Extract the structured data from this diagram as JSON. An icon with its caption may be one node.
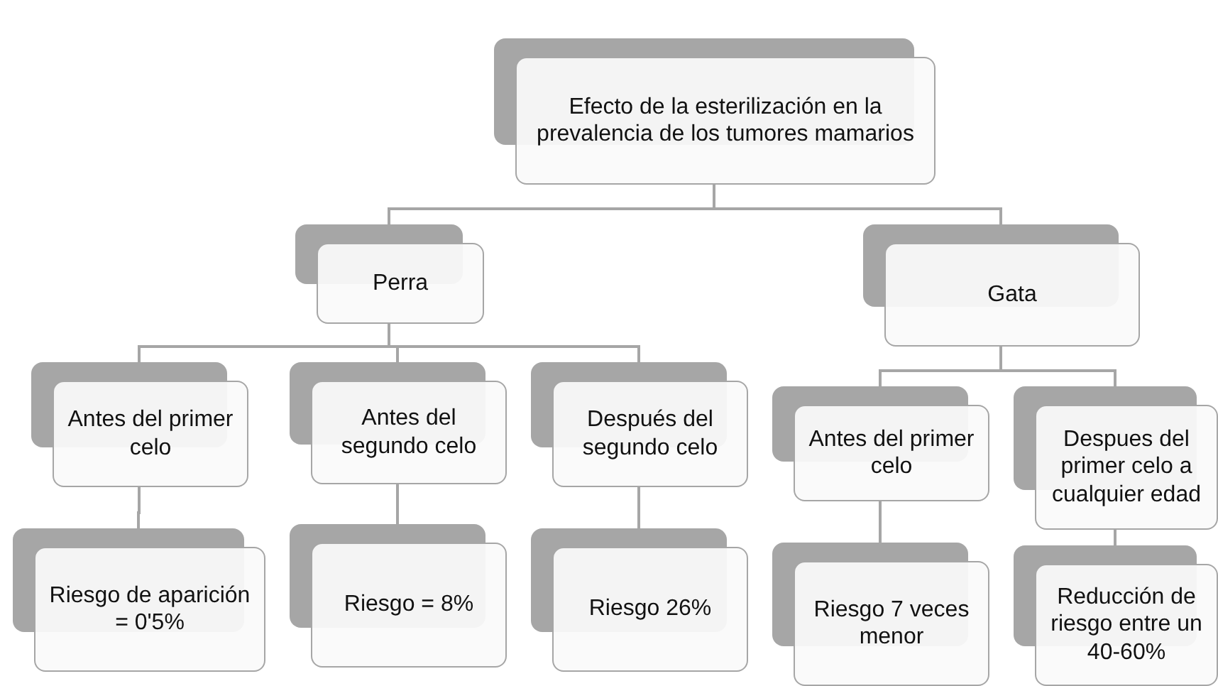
{
  "diagram": {
    "nodes": [
      {
        "text": [
          "Efecto de la esterilización en la prevalencia de los tumores mamarios"
        ]
      },
      {
        "text": [
          "Perra"
        ]
      },
      {
        "text": [
          "Gata"
        ]
      },
      {
        "text": [
          "Antes del primer celo"
        ]
      },
      {
        "text": [
          "Antes del segundo celo"
        ]
      },
      {
        "text": [
          "Después del segundo celo"
        ]
      },
      {
        "text": [
          "Antes del primer celo"
        ]
      },
      {
        "text": [
          "Despues del primer celo a cualquier edad"
        ]
      },
      {
        "text": [
          "Riesgo de aparición = 0'5%"
        ]
      },
      {
        "text": [
          "Riesgo = 8%"
        ]
      },
      {
        "text": [
          "Riesgo 26%"
        ]
      },
      {
        "text": [
          "Riesgo 7 veces menor"
        ]
      },
      {
        "text": [
          "Reducción de riesgo entre un 40-60%"
        ]
      }
    ],
    "edges": [
      {
        "from": 0,
        "to": 1,
        "arrow": "none"
      },
      {
        "from": 0,
        "to": 2,
        "arrow": "none"
      },
      {
        "from": 1,
        "to": 3,
        "arrow": "none"
      },
      {
        "from": 1,
        "to": 4,
        "arrow": "none"
      },
      {
        "from": 1,
        "to": 5,
        "arrow": "none"
      },
      {
        "from": 2,
        "to": 6,
        "arrow": "none"
      },
      {
        "from": 2,
        "to": 7,
        "arrow": "none"
      },
      {
        "from": 3,
        "to": 8,
        "arrow": "none"
      },
      {
        "from": 4,
        "to": 9,
        "arrow": "none"
      },
      {
        "from": 5,
        "to": 10,
        "arrow": "none"
      },
      {
        "from": 6,
        "to": 11,
        "arrow": "none"
      },
      {
        "from": 7,
        "to": 12,
        "arrow": "none"
      }
    ]
  }
}
